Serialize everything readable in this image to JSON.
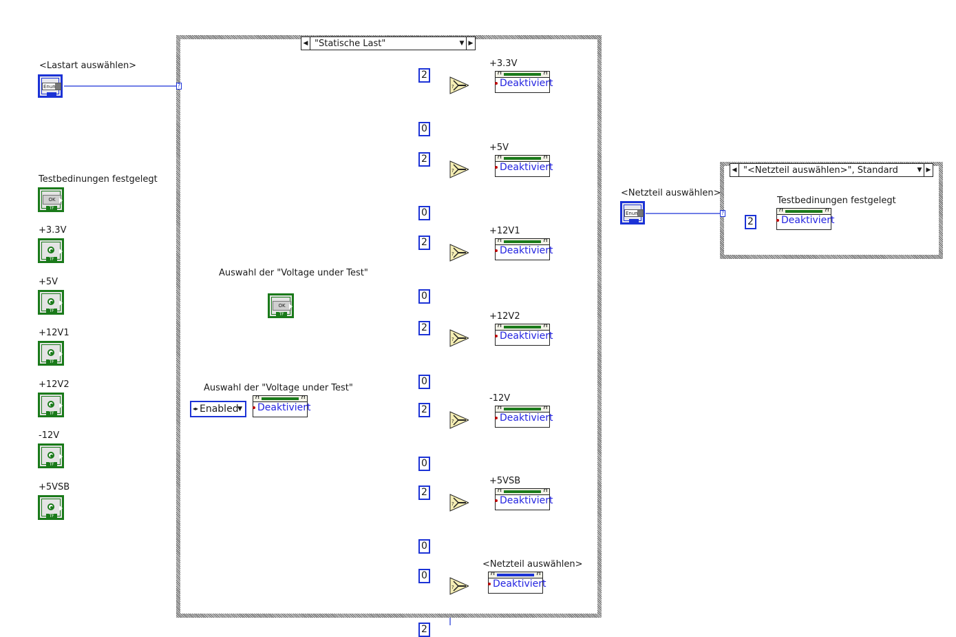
{
  "colors": {
    "wire_enum": "#1b32d6",
    "wire_bool": "#1a7a1a",
    "select_fill": "#f5eeb4"
  },
  "left_controls": {
    "lastart": {
      "label": "<Lastart auswählen>",
      "type_text": "Enum"
    },
    "booleans": [
      {
        "label": "Testbedinungen festgelegt",
        "kind": "ok",
        "button_text": "OK",
        "tf": "TF"
      },
      {
        "label": "+3.3V",
        "kind": "led",
        "tf": "TF"
      },
      {
        "label": "+5V",
        "kind": "led",
        "tf": "TF"
      },
      {
        "label": "+12V1",
        "kind": "led",
        "tf": "TF"
      },
      {
        "label": "+12V2",
        "kind": "led",
        "tf": "TF"
      },
      {
        "label": "-12V",
        "kind": "led",
        "tf": "TF"
      },
      {
        "label": "+5VSB",
        "kind": "led",
        "tf": "TF"
      }
    ]
  },
  "case1": {
    "selector_value": "\"Statische Last\"",
    "tunnel_symbol": "?",
    "voltage_test_bool": {
      "label": "Auswahl der \"Voltage under Test\"",
      "button_text": "OK",
      "tf": "TF"
    },
    "enabled_ring": {
      "label": "Auswahl der \"Voltage under Test\"",
      "value": "Enabled",
      "indicator_value": "Deaktiviert"
    },
    "rows": [
      {
        "label": "+3.3V",
        "true_const": "2",
        "false_const": "0",
        "value": "Deaktiviert",
        "bar": "green"
      },
      {
        "label": "+5V",
        "true_const": "2",
        "false_const": "0",
        "value": "Deaktiviert",
        "bar": "green"
      },
      {
        "label": "+12V1",
        "true_const": "2",
        "false_const": "0",
        "value": "Deaktiviert",
        "bar": "green"
      },
      {
        "label": "+12V2",
        "true_const": "2",
        "false_const": "0",
        "value": "Deaktiviert",
        "bar": "green"
      },
      {
        "label": "-12V",
        "true_const": "2",
        "false_const": "0",
        "value": "Deaktiviert",
        "bar": "green"
      },
      {
        "label": "+5VSB",
        "true_const": "2",
        "false_const": "0",
        "value": "Deaktiviert",
        "bar": "green"
      },
      {
        "label": "<Netzteil auswählen>",
        "true_const": "0",
        "false_const": "2",
        "value": "Deaktiviert",
        "bar": "blue"
      }
    ]
  },
  "netzteil_control": {
    "label": "<Netzteil auswählen>",
    "type_text": "Enum"
  },
  "case2": {
    "selector_value": "\"<Netzteil auswählen>\", Standard",
    "tunnel_symbol": "?",
    "const": "2",
    "indicator": {
      "label": "Testbedinungen festgelegt",
      "value": "Deaktiviert"
    }
  }
}
